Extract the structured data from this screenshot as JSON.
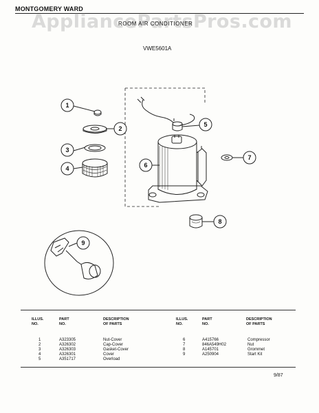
{
  "header": {
    "brand": "MONTGOMERY WARD",
    "watermark": "AppliancePartsPros.com",
    "title": "ROOM AIR CONDITIONER",
    "model": "VWE5601A"
  },
  "table": {
    "headers": {
      "illus_no_1": "ILLUS.",
      "illus_no_2": "NO.",
      "part_no_1": "PART",
      "part_no_2": "NO.",
      "desc_1": "DESCRIPTION",
      "desc_2": "OF PARTS"
    },
    "left": [
      {
        "illus": "1",
        "part": "A323305",
        "desc": "Nut-Cover"
      },
      {
        "illus": "2",
        "part": "A326302",
        "desc": "Cap-Cover"
      },
      {
        "illus": "3",
        "part": "A326303",
        "desc": "Gasket-Cover"
      },
      {
        "illus": "4",
        "part": "A326301",
        "desc": "Cover"
      },
      {
        "illus": "5",
        "part": "A351717",
        "desc": "Overload"
      }
    ],
    "right": [
      {
        "illus": "6",
        "part": "A415766",
        "desc": "Compressor"
      },
      {
        "illus": "7",
        "part": "846A549H02",
        "desc": "Nut"
      },
      {
        "illus": "8",
        "part": "A145701",
        "desc": "Grommet"
      },
      {
        "illus": "9",
        "part": "A250904",
        "desc": "Start Kit"
      }
    ]
  },
  "callouts": [
    "1",
    "2",
    "3",
    "4",
    "5",
    "6",
    "7",
    "8",
    "9"
  ],
  "footer": {
    "date": "9/87"
  }
}
